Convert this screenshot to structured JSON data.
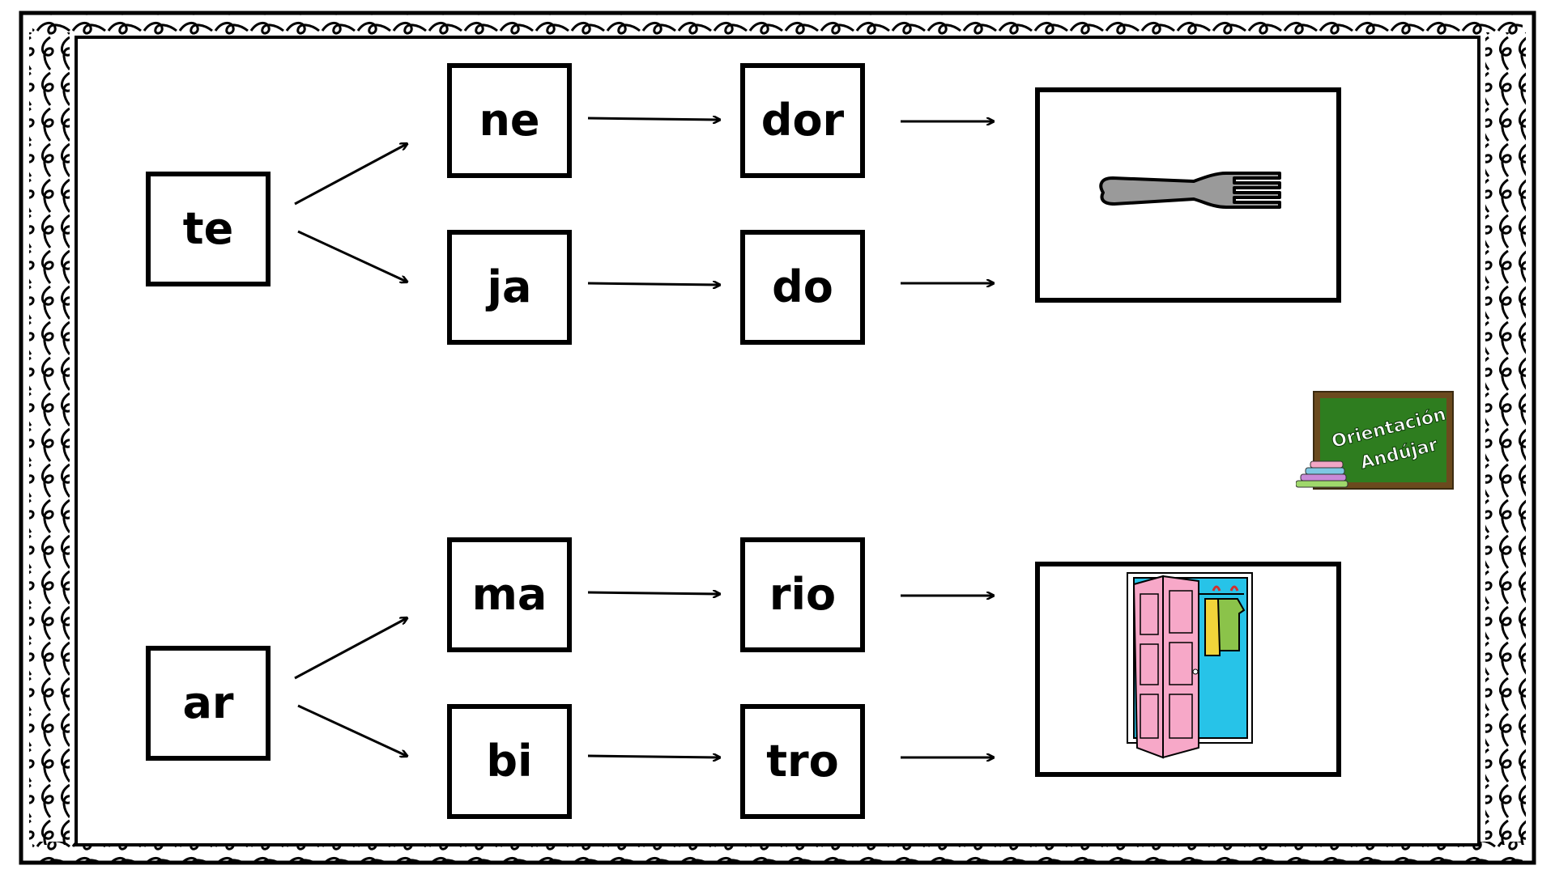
{
  "worksheet": {
    "groups": [
      {
        "start": "te",
        "branches": [
          {
            "middle": "ne",
            "end": "dor"
          },
          {
            "middle": "ja",
            "end": "do"
          }
        ],
        "picture": "fork-icon"
      },
      {
        "start": "ar",
        "branches": [
          {
            "middle": "ma",
            "end": "rio"
          },
          {
            "middle": "bi",
            "end": "tro"
          }
        ],
        "picture": "wardrobe-icon"
      }
    ]
  },
  "logo": {
    "line1": "Orientación",
    "line2": "Andújar"
  },
  "colors": {
    "chalkboard": "#2e7d1f",
    "frame": "#6b4a1e",
    "door": "#f7a8c8",
    "closet": "#27c3e8"
  }
}
